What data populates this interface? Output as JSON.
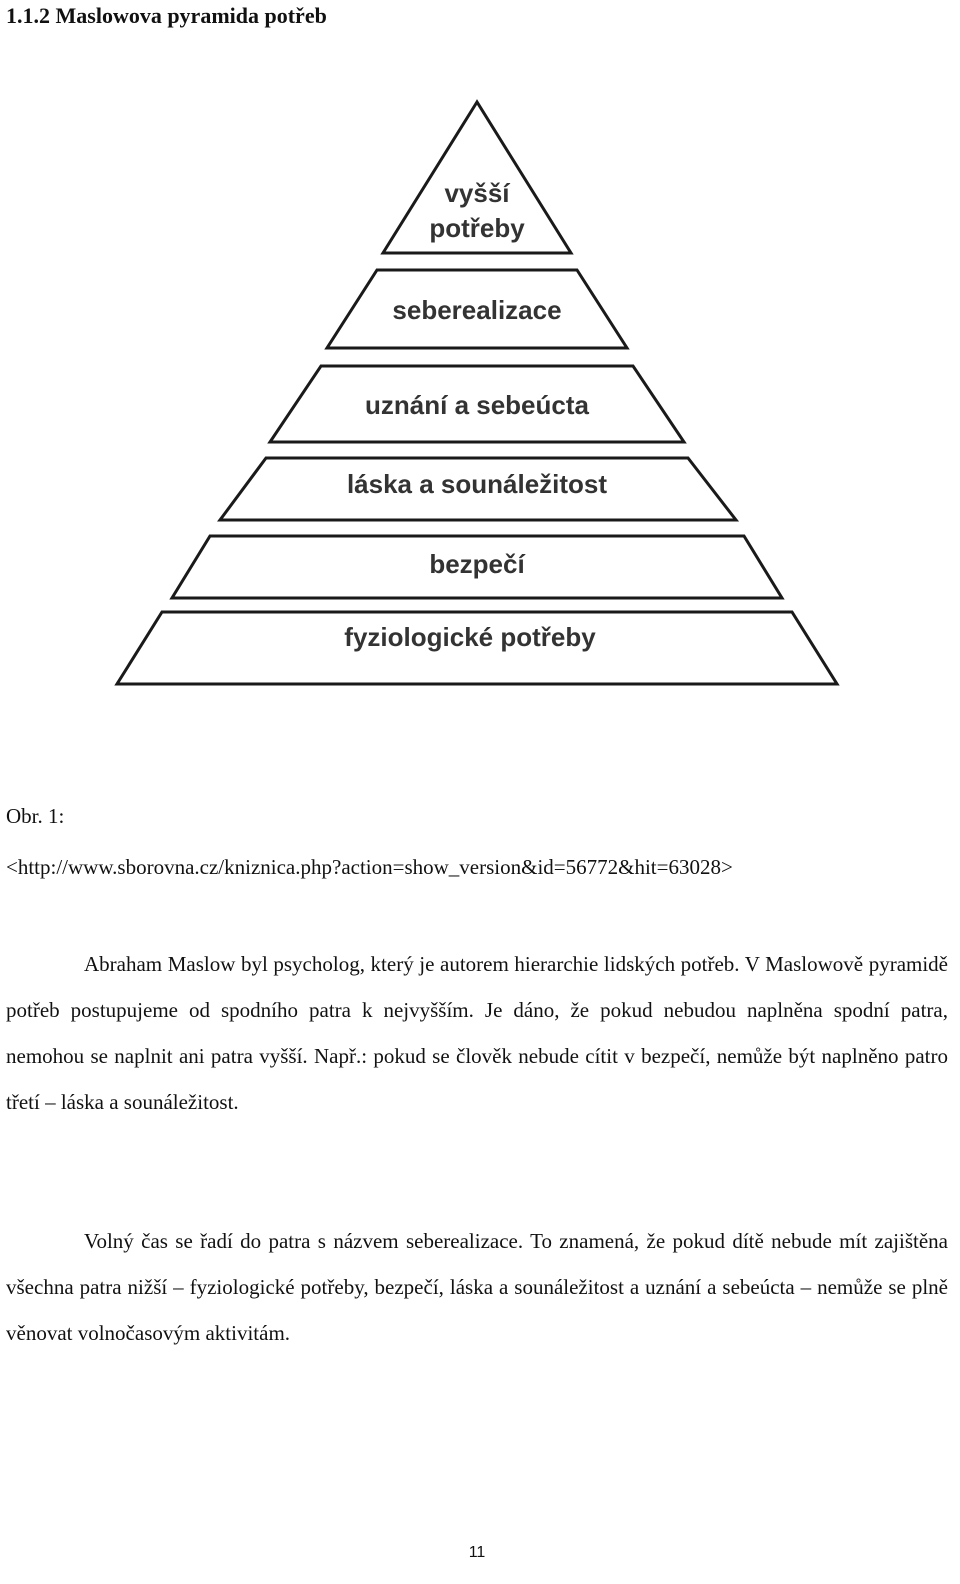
{
  "heading": "1.1.2 Maslowova pyramida potřeb",
  "pyramid": {
    "levels": [
      {
        "line1": "vyšší",
        "line2": "potřeby"
      },
      {
        "label": "seberealizace"
      },
      {
        "label": "uznání a sebeúcta"
      },
      {
        "label": "láska a sounáležitost"
      },
      {
        "label": "bezpečí"
      },
      {
        "label": "fyziologické potřeby"
      }
    ]
  },
  "caption": {
    "label": "Obr. 1:",
    "url": "<http://www.sborovna.cz/kniznica.php?action=show_version&id=56772&hit=63028>"
  },
  "paragraphs": [
    "Abraham Maslow byl psycholog, který je autorem hierarchie lidských potřeb. V Maslowově pyramidě potřeb postupujeme od spodního patra k nejvyšším. Je dáno, že pokud nebudou naplněna spodní patra, nemohou se naplnit ani patra vyšší. Např.: pokud se člověk nebude cítit v bezpečí, nemůže být naplněno patro třetí – láska a sounáležitost.",
    "Volný čas se řadí do patra s názvem seberealizace. To znamená, že pokud dítě nebude mít zajištěna všechna patra nižší – fyziologické potřeby, bezpečí, láska a sounáležitost a uznání a sebeúcta – nemůže se plně věnovat volnočasovým aktivitám."
  ],
  "page_number": "11"
}
